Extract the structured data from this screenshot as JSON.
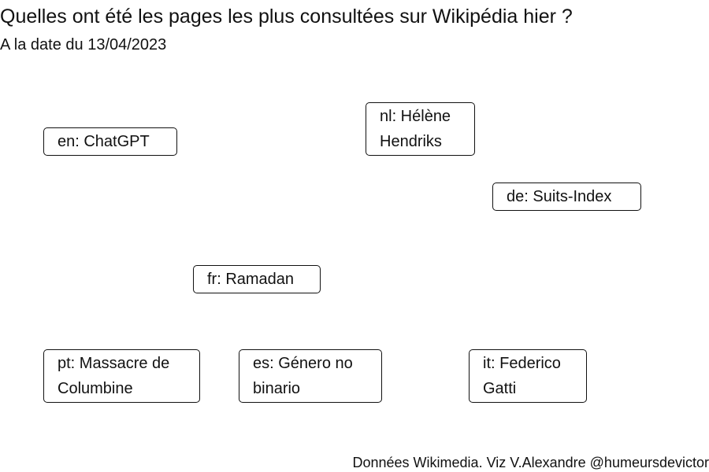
{
  "header": {
    "title": "Quelles ont été les pages les plus consultées sur Wikipédia hier ?",
    "subtitle": "A la date du 13/04/2023"
  },
  "labels": {
    "en": "en: ChatGPT",
    "nl": "nl: Hélène Hendriks",
    "de": "de: Suits-Index",
    "fr": "fr: Ramadan",
    "pt": "pt: Massacre de Columbine",
    "es": "es: Género no binario",
    "it": "it: Federico Gatti"
  },
  "caption": "Données Wikimedia. Viz V.Alexandre @humeursdevictor"
}
